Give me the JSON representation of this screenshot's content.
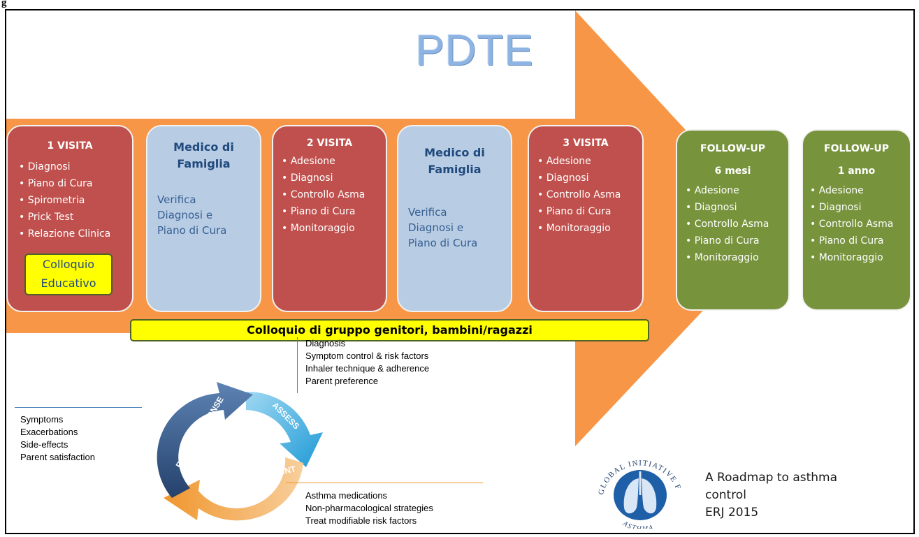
{
  "corner_label": "g",
  "title": "PDTE",
  "visit1": {
    "title": "1 VISITA",
    "items": [
      "Diagnosi",
      "Piano di Cura",
      "Spirometria",
      "Prick Test",
      "Relazione Clinica"
    ],
    "education_box": [
      "Colloquio",
      "Educativo"
    ]
  },
  "gp1": {
    "title_lines": [
      "Medico di",
      "Famiglia"
    ],
    "body_lines": [
      "Verifica",
      "Diagnosi e",
      "Piano di Cura"
    ]
  },
  "visit2": {
    "title": "2 VISITA",
    "items": [
      "Adesione",
      "Diagnosi",
      "Controllo Asma",
      "Piano di Cura",
      "Monitoraggio"
    ]
  },
  "gp2": {
    "title_lines": [
      "Medico di",
      "Famiglia"
    ],
    "body_lines": [
      "Verifica",
      "Diagnosi e",
      "Piano di Cura"
    ]
  },
  "visit3": {
    "title": "3 VISITA",
    "items": [
      "Adesione",
      "Diagnosi",
      "Controllo Asma",
      "Piano di Cura",
      "Monitoraggio"
    ]
  },
  "followup6": {
    "title": "FOLLOW-UP",
    "subtitle": "6 mesi",
    "items": [
      "Adesione",
      "Diagnosi",
      "Controllo Asma",
      "Piano di Cura",
      "Monitoraggio"
    ]
  },
  "followup12": {
    "title": "FOLLOW-UP",
    "subtitle": "1 anno",
    "items": [
      "Adesione",
      "Diagnosi",
      "Controllo Asma",
      "Piano di Cura",
      "Monitoraggio"
    ]
  },
  "group_bar": "Colloquio di gruppo genitori, bambini/ragazzi",
  "cycle": {
    "assess_label": "ASSESS",
    "review_label": "REVIEW RESPONSE",
    "adjust_label": "ADJUST TREATMENT",
    "assess_text": [
      "Diagnosis",
      "Symptom control & risk factors",
      "Inhaler technique & adherence",
      "Parent preference"
    ],
    "review_text": [
      "Symptoms",
      "Exacerbations",
      "Side-effects",
      "Parent satisfaction"
    ],
    "adjust_text": [
      "Asthma medications",
      "Non-pharmacological strategies",
      "Treat modifiable risk factors"
    ]
  },
  "gina_logo": {
    "top_text": "GLOBAL INITIATIVE FOR",
    "bottom_text": "ASTHMA"
  },
  "roadmap": [
    "A Roadmap to asthma",
    "control",
    "ERJ 2015"
  ],
  "colors": {
    "arrow": "#f79646",
    "visit_red": "#c0504d",
    "gp_blue": "#b8cce4",
    "followup_green": "#77933c",
    "highlight_yellow": "#ffff00",
    "title_blue": "#8eb4e3"
  }
}
